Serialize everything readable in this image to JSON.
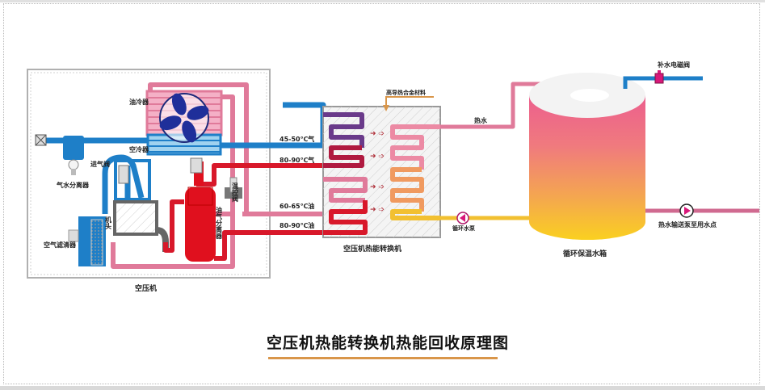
{
  "title": "空压机热能转换机热能回收原理图",
  "compressor": {
    "label": "空压机",
    "components": {
      "oil_cooler": "油冷器",
      "air_cooler": "空冷器",
      "intake_valve": "进气阀",
      "air_water_separator": "气水分离器",
      "air_head": "机头",
      "air_filter": "空气滤清器",
      "oil_gas_separator": "油气分离器",
      "thermostatic_valve": "温控阀"
    }
  },
  "lines": {
    "air_low": "45-50℃气",
    "air_high": "80-90℃气",
    "oil_low": "60-65℃油",
    "oil_high": "80-90℃油"
  },
  "exchanger": {
    "label": "空压机热能转换机",
    "material": "高导热合金材料"
  },
  "tank": {
    "label": "循环保温水箱",
    "hot_water": "热水",
    "circulation_pump": "循环水泵",
    "makeup_valve": "补水电磁阀",
    "delivery_pump": "热水输送泵至用水点"
  },
  "colors": {
    "air_pipe": "#1e7fc8",
    "hot_pipe": "#d8182a",
    "oil_pipe": "#e07a9a",
    "water_pipe": "#f0c020",
    "title_underline": "#d9964a"
  }
}
